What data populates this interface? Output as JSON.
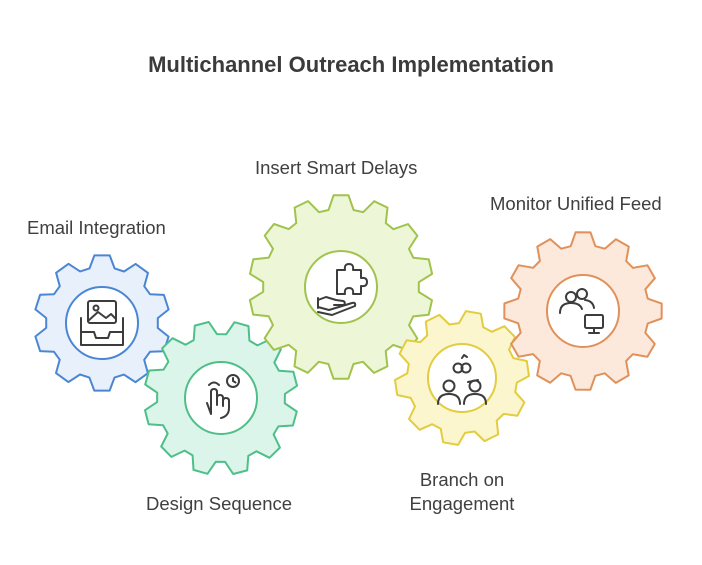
{
  "diagram": {
    "title": "Multichannel Outreach Implementation",
    "steps": [
      {
        "label": "Email Integration",
        "icon": "inbox-image-icon",
        "fill": "#e8f0fb",
        "stroke": "#4a86d4"
      },
      {
        "label": "Design Sequence",
        "icon": "touch-clock-icon",
        "fill": "#dcf5ea",
        "stroke": "#4fbf8a"
      },
      {
        "label": "Insert Smart Delays",
        "icon": "puzzle-hand-icon",
        "fill": "#eef6d8",
        "stroke": "#a0c34e"
      },
      {
        "label_line1": "Branch on",
        "label_line2": "Engagement",
        "icon": "people-link-icon",
        "fill": "#fcf6cf",
        "stroke": "#e2cc3f"
      },
      {
        "label": "Monitor Unified Feed",
        "icon": "users-monitor-icon",
        "fill": "#fde9dc",
        "stroke": "#e0915a"
      }
    ]
  }
}
